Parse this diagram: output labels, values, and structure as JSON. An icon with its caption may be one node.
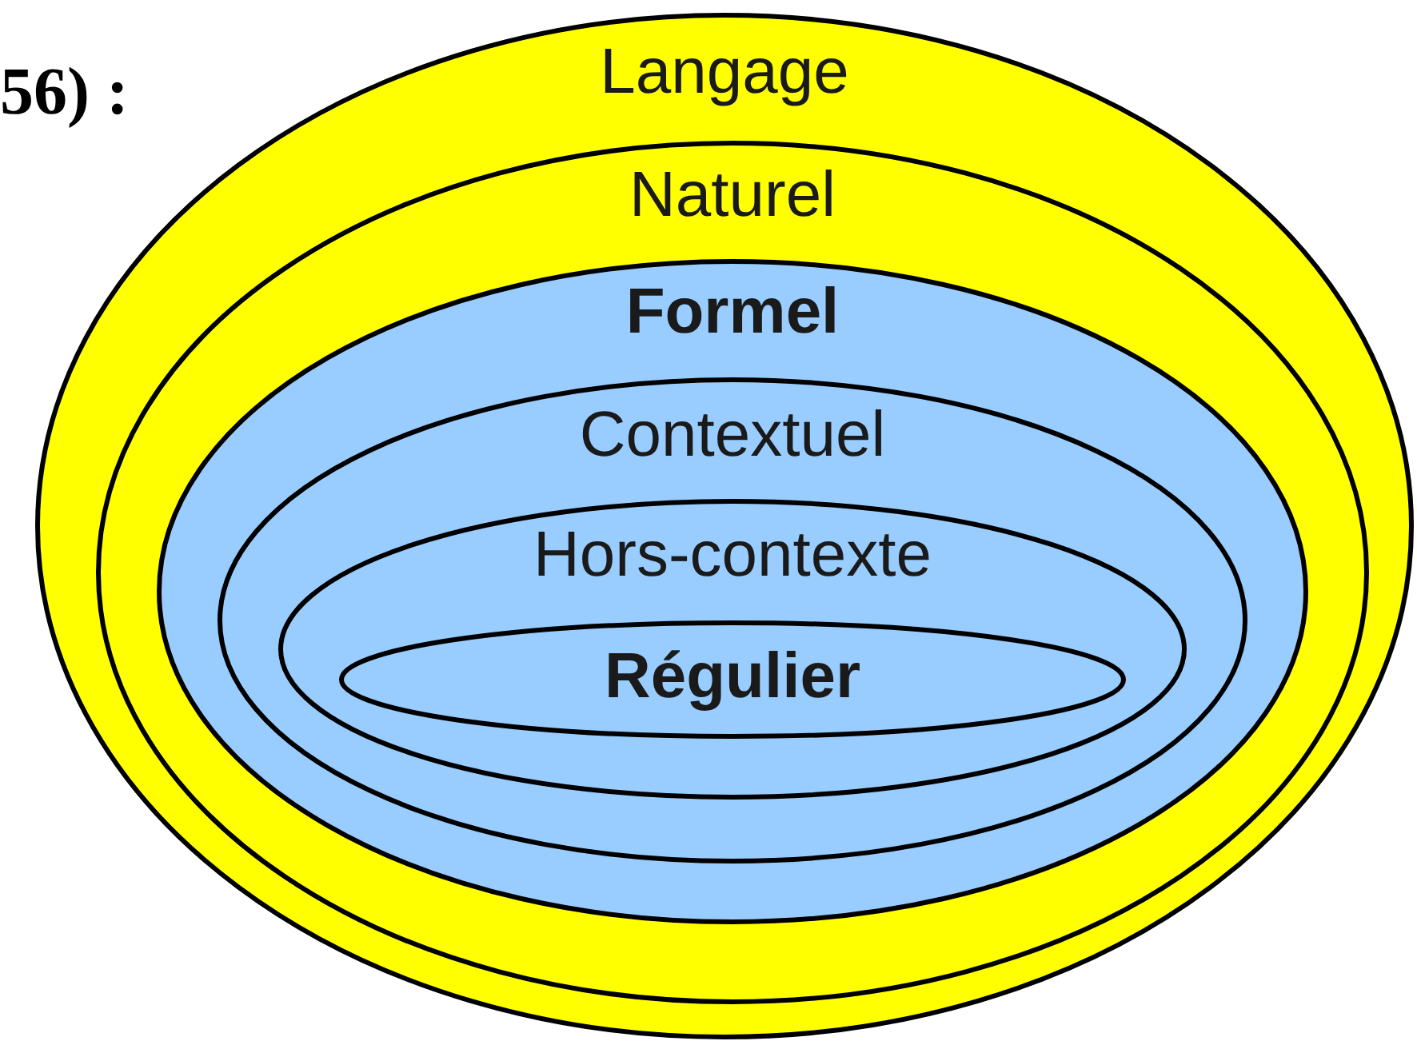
{
  "diagram": {
    "nodes": [
      {
        "text": [
          "Langage"
        ]
      },
      {
        "text": [
          "Naturel"
        ],
        "in": 0
      },
      {
        "text": [
          "Formel"
        ],
        "in": 1
      },
      {
        "text": [
          "Contextuel"
        ],
        "in": 2
      },
      {
        "text": [
          "Hors-contexte"
        ],
        "in": 3
      },
      {
        "text": [
          "Régulier"
        ],
        "in": 4
      }
    ],
    "edges": [],
    "labels": [
      "56) :"
    ]
  }
}
